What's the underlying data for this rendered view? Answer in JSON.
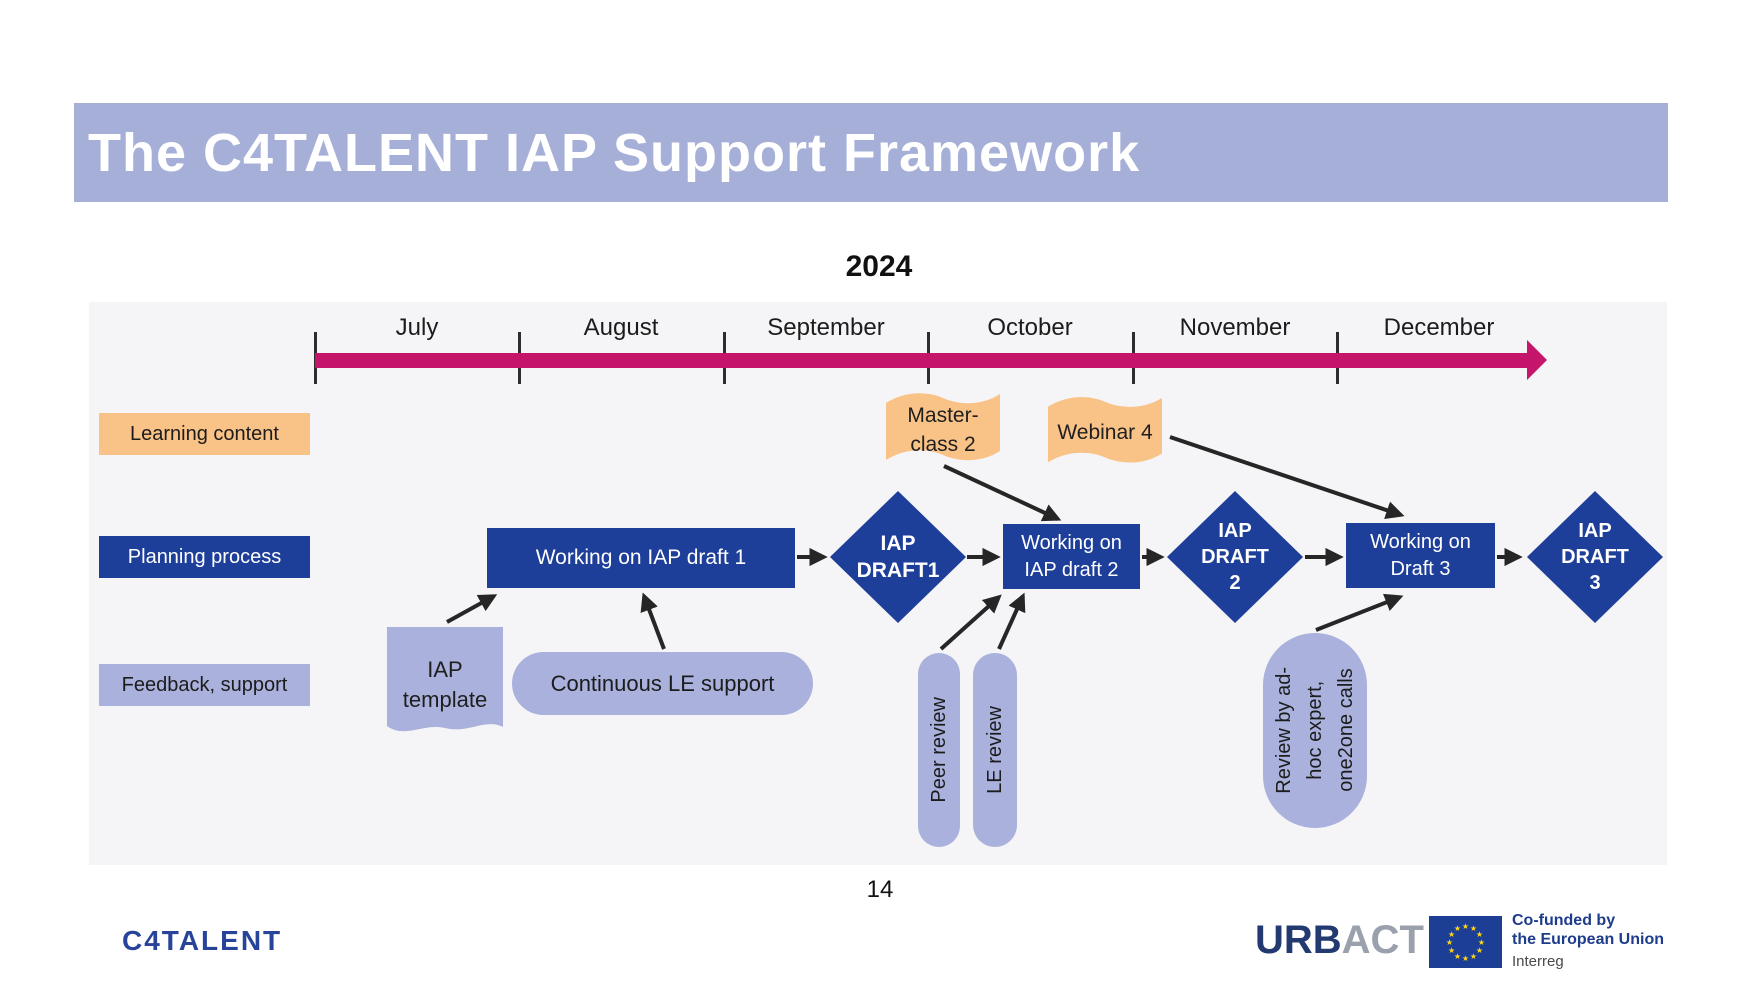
{
  "title": "The C4TALENT IAP Support Framework",
  "year": "2024",
  "timeline": {
    "months": [
      "July",
      "August",
      "September",
      "October",
      "November",
      "December"
    ]
  },
  "rows": {
    "learning": "Learning content",
    "planning": "Planning process",
    "feedback": "Feedback, support"
  },
  "flow": {
    "box1": "Working on IAP draft 1",
    "diamond1": [
      "IAP",
      "DRAFT1"
    ],
    "box2": [
      "Working on",
      "IAP draft 2"
    ],
    "diamond2": [
      "IAP",
      "DRAFT",
      "2"
    ],
    "box3": [
      "Working on",
      "Draft 3"
    ],
    "diamond3": [
      "IAP",
      "DRAFT",
      "3"
    ]
  },
  "learning_items": {
    "masterclass": [
      "Master-",
      "class 2"
    ],
    "webinar": "Webinar 4"
  },
  "feedback_items": {
    "iap_template": [
      "IAP",
      "template"
    ],
    "continuous": "Continuous LE support",
    "peer": "Peer review",
    "le": "LE review",
    "adhoc": [
      "Review by ad-",
      "hoc expert,",
      "one2one calls"
    ]
  },
  "page_number": "14",
  "footer": {
    "c4talent": "C4TALENT",
    "urbact_urb": "URB",
    "urbact_act": "ACT",
    "eu_line1": "Co-funded by",
    "eu_line2": "the European Union",
    "interreg": "Interreg"
  },
  "colors": {
    "title_bar": "#a6afd7",
    "dark_blue": "#1d3e99",
    "lavender": "#a9b1dc",
    "orange": "#f9c287",
    "magenta": "#c4156b",
    "panel_gray": "#f5f4f6",
    "ink": "#262626"
  }
}
